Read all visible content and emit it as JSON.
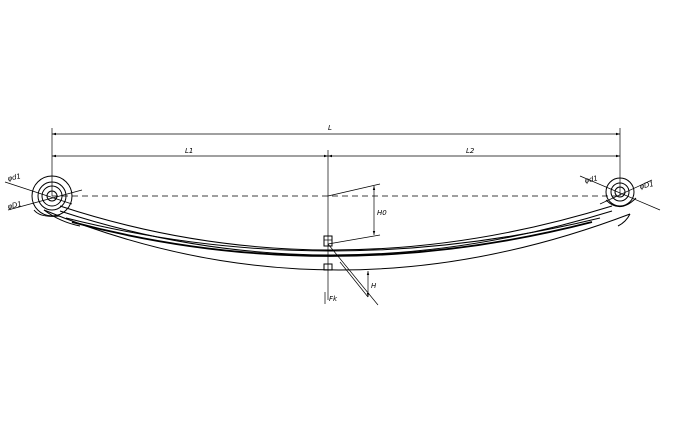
{
  "labels": {
    "overall_length": "L",
    "left_length": "L1",
    "right_length": "L2",
    "camber": "H0",
    "load_height": "H",
    "force": "Fk",
    "left_eye_outer": "φd1",
    "left_eye_inner": "φD1",
    "right_eye_outer": "φd1",
    "right_eye_inner": "φD1"
  }
}
